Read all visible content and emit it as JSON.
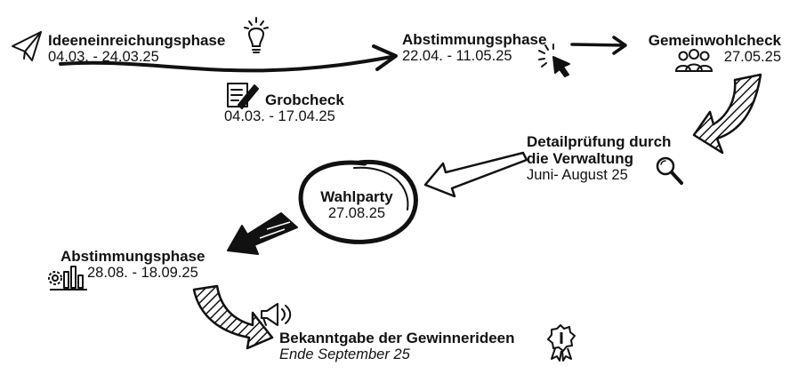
{
  "steps": [
    {
      "title": "Ideeneinreichungsphase",
      "date": "04.03. - 24.03.25",
      "icons": [
        "paper-plane-icon",
        "lightbulb-icon"
      ]
    },
    {
      "title": "Grobcheck",
      "date": "04.03. - 17.04.25",
      "icons": [
        "checklist-pen-icon"
      ]
    },
    {
      "title": "Abstimmungsphase",
      "date": "22.04. - 11.05.25",
      "icons": [
        "cursor-click-icon"
      ]
    },
    {
      "title": "Gemeinwohlcheck",
      "date": "27.05.25",
      "icons": [
        "people-group-icon"
      ]
    },
    {
      "title_lines": [
        "Detailprüfung durch",
        "die Verwaltung"
      ],
      "date": "Juni- August 25",
      "icons": [
        "magnifier-icon"
      ]
    },
    {
      "title": "Wahlparty",
      "date": "27.08.25",
      "icons": [
        "circle-highlight"
      ]
    },
    {
      "title": "Abstimmungsphase",
      "date": "28.08. - 18.09.25",
      "icons": [
        "bar-chart-gear-icon"
      ]
    },
    {
      "title": "Bekanntgabe der Gewinnerideen",
      "date": "Ende September 25",
      "icons": [
        "megaphone-icon",
        "award-badge-icon"
      ]
    }
  ],
  "colors": {
    "ink": "#111111",
    "background": "#ffffff"
  }
}
